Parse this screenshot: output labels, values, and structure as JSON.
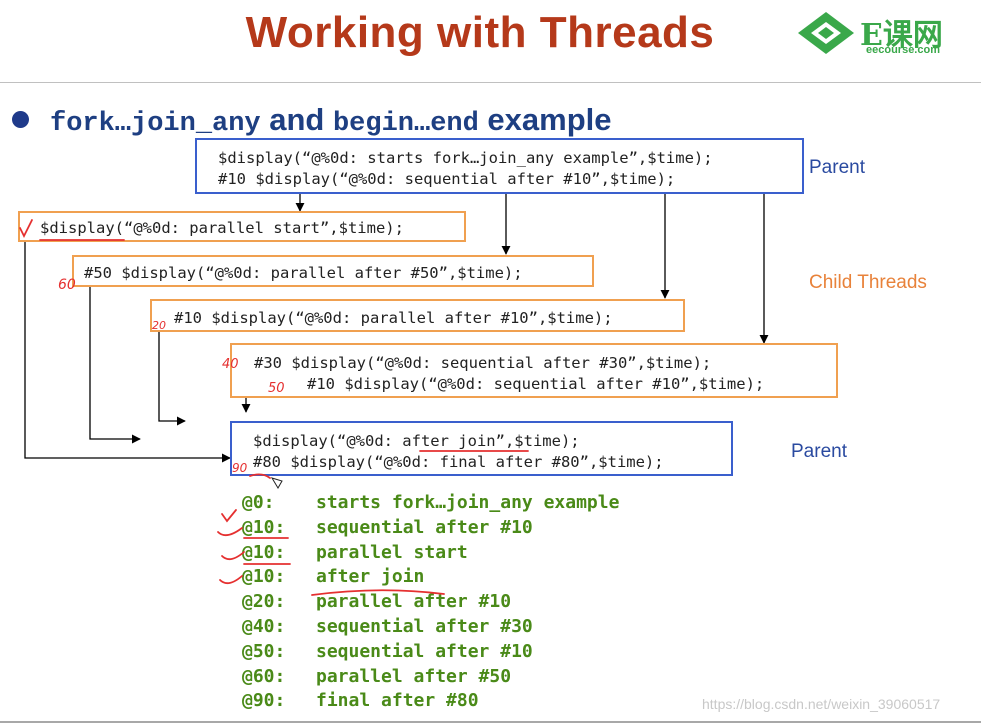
{
  "title": "Working with Threads",
  "logo": {
    "text": "E课网",
    "subtext": "eecourse.com"
  },
  "heading": {
    "part1": "fork…join_any",
    "part2": " and ",
    "part3": "begin…end",
    "part4": " example"
  },
  "code": {
    "parent_top": [
      "$display(“@%0d: starts fork…join_any example”,$time);",
      "#10 $display(“@%0d: sequential after #10”,$time);"
    ],
    "child1": "$display(“@%0d: parallel start”,$time);",
    "child2": "#50 $display(“@%0d: parallel after #50”,$time);",
    "child3": "#10 $display(“@%0d: parallel after #10”,$time);",
    "child4": [
      "#30 $display(“@%0d: sequential after #30”,$time);",
      "#10 $display(“@%0d: sequential after #10”,$time);"
    ],
    "parent_bottom": [
      "$display(“@%0d: after join”,$time);",
      "#80 $display(“@%0d: final after #80”,$time);"
    ]
  },
  "labels": {
    "parent_top": "Parent",
    "child_threads": "Child Threads",
    "parent_bottom": "Parent"
  },
  "annotations": {
    "a60": "60",
    "a20": "20",
    "a40": "40",
    "a50": "50",
    "a90": "90"
  },
  "output": [
    {
      "time": "@0:",
      "text": "starts fork…join_any example"
    },
    {
      "time": "@10:",
      "text": "sequential after #10"
    },
    {
      "time": "@10:",
      "text": "parallel start"
    },
    {
      "time": "@10:",
      "text": "after join"
    },
    {
      "time": "@20:",
      "text": "parallel after #10"
    },
    {
      "time": "@40:",
      "text": "sequential after #30"
    },
    {
      "time": "@50:",
      "text": "sequential after #10"
    },
    {
      "time": "@60:",
      "text": "parallel after #50"
    },
    {
      "time": "@90:",
      "text": "final after #80"
    }
  ],
  "watermark": "https://blog.csdn.net/weixin_39060517",
  "colors": {
    "title": "#b5391a",
    "heading": "#1e3f82",
    "parent_border": "#3a5fcd",
    "child_border": "#f0a050",
    "output": "#4a8a18",
    "annotation": "#e53030"
  }
}
